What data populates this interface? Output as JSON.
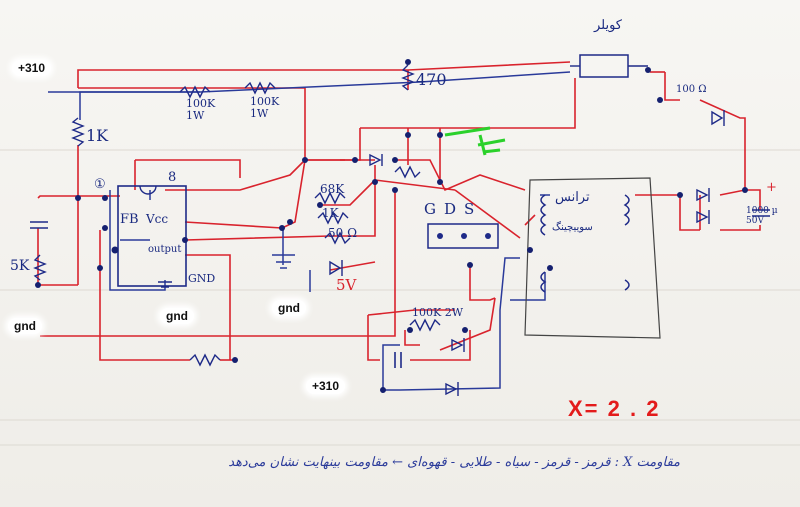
{
  "labels": {
    "plus310_top": "+310",
    "gnd_left": "gnd",
    "gnd_middle": "gnd",
    "gnd_right": "gnd",
    "plus310_bottom": "+310"
  },
  "components": {
    "r1": "1K",
    "r2_value": "100K",
    "r2_power": "1W",
    "r3_value": "100K",
    "r3_power": "1W",
    "r4": "470",
    "r5": "5K",
    "r6": "68K",
    "r7": "1K",
    "r8": "50 Ω",
    "r9": "100K 2W",
    "r10": "100 Ω",
    "c_out_value": "1000 µ",
    "c_out_voltage": "50V",
    "plus_sign": "+",
    "v5": "5V",
    "gds": "GDS",
    "relay": "کویلر",
    "transformer": "ترانس",
    "switching": "سوییچینگ"
  },
  "ic": {
    "pin1": "①",
    "pin8": "8",
    "fb": "FB",
    "vcc": "Vcc",
    "output": "output",
    "gnd": "GND"
  },
  "x_value": "X= 2 . 2",
  "footnote": "مقاومت X : قرمز - قرمز - سیاه - طلایی - قهوه‌ای ← مقاومت بینهایت نشان می‌دهد"
}
